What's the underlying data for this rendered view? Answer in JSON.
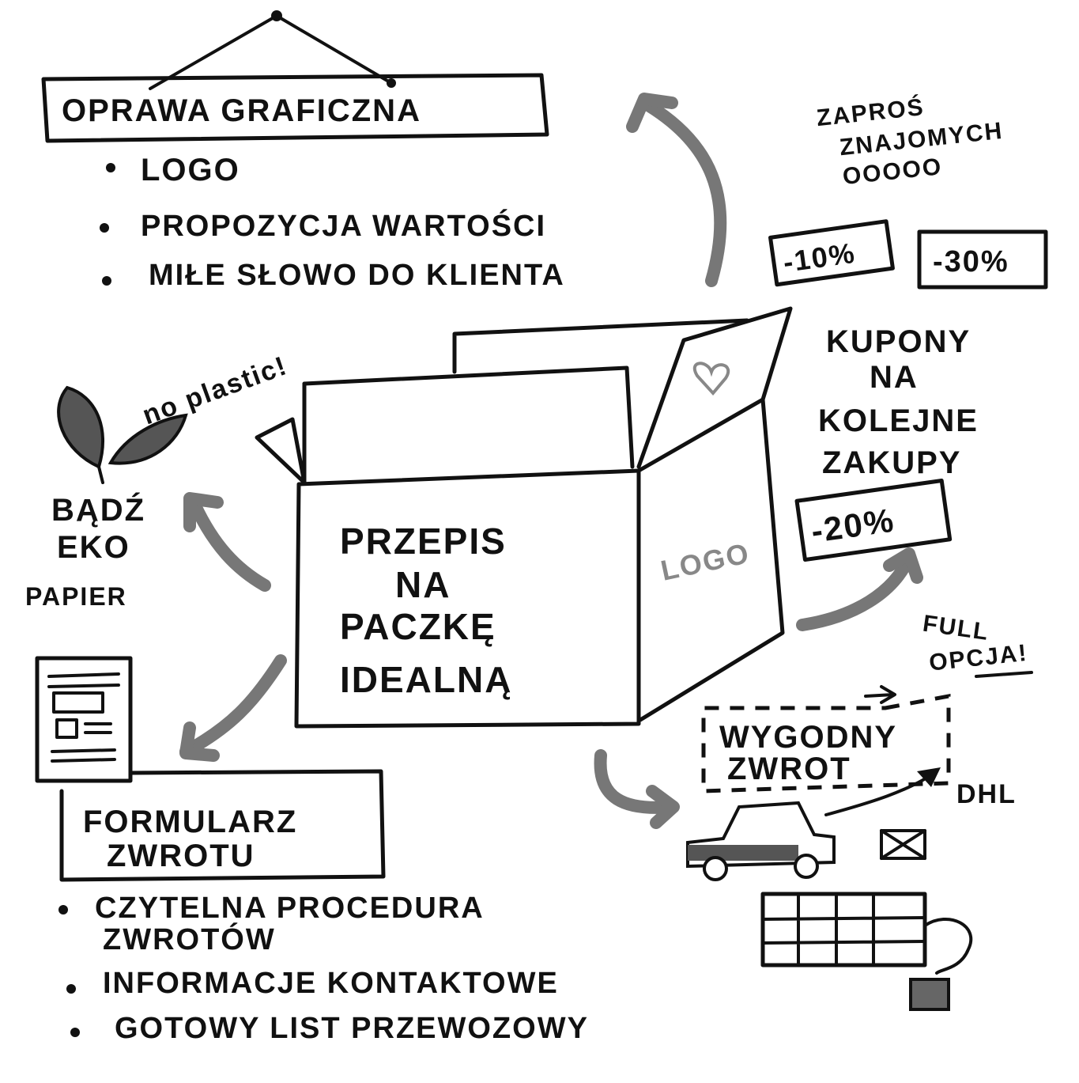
{
  "center": {
    "lines": [
      "PRZEPIS",
      "NA",
      "PACZKĘ",
      "IDEALNĄ"
    ],
    "side_logo": "LOGO"
  },
  "branding": {
    "title": "OPRAWA GRAFICZNA",
    "bullets": [
      "LOGO",
      "PROPOZYCJA WARTOŚCI",
      "MIŁE SŁOWO DO KLIENTA"
    ]
  },
  "invite": {
    "lines": [
      "ZAPROŚ",
      "ZNAJOMYCH"
    ],
    "circles": "OOOOO"
  },
  "coupons": {
    "tags": [
      "-10%",
      "-30%",
      "-20%"
    ],
    "lines": [
      "KUPONY",
      "NA",
      "KOLEJNE",
      "ZAKUPY"
    ]
  },
  "eco": {
    "note": "no plastic!",
    "lines": [
      "BĄDŹ",
      "EKO"
    ],
    "material": "PAPIER"
  },
  "returns": {
    "full_option": [
      "FULL",
      "OPCJA!"
    ],
    "convenient": [
      "WYGODNY",
      "ZWROT"
    ],
    "carrier": "DHL"
  },
  "form": {
    "title": [
      "FORMULARZ",
      "ZWROTU"
    ],
    "bullets": [
      [
        "CZYTELNA PROCEDURA",
        "ZWROTÓW"
      ],
      [
        "INFORMACJE KONTAKTOWE"
      ],
      [
        "GOTOWY LIST PRZEWOZOWY"
      ]
    ]
  }
}
